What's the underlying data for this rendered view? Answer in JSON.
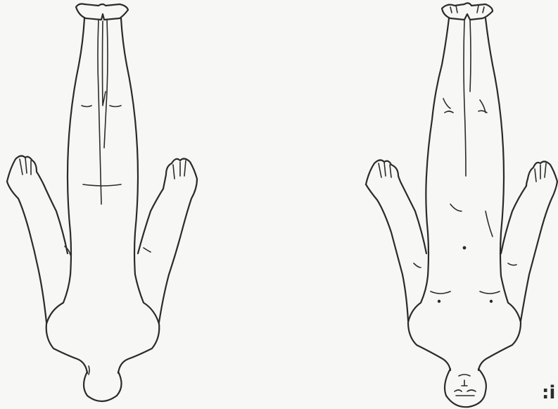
{
  "diagram": {
    "orientation": "upside-down",
    "figures": [
      {
        "name": "back-view",
        "label": ""
      },
      {
        "name": "front-view",
        "label": ""
      }
    ],
    "corner_mark": "ᴉ:"
  },
  "colors": {
    "background": "#f7f7f5",
    "ink": "#2b2b2b"
  }
}
